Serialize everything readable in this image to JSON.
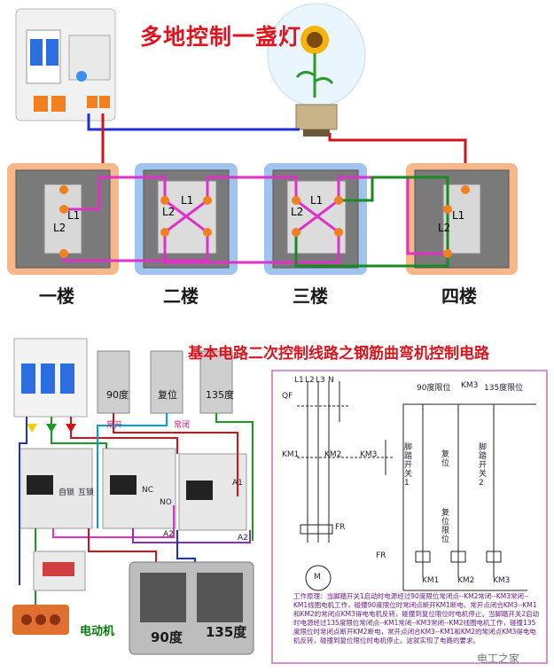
{
  "top": {
    "title": "多地控制一盏灯",
    "floors": [
      "一楼",
      "二楼",
      "三楼",
      "四楼"
    ],
    "switch_terminals": {
      "L1": "L1",
      "L2": "L2"
    }
  },
  "bottom": {
    "title": "基本电路二次控制线路之钢筋曲弯机控制电路",
    "limit_labels": [
      "90度",
      "复位",
      "135度"
    ],
    "contactor_labels": [
      "自锁",
      "互锁",
      "NC",
      "NO",
      "A1",
      "A2",
      "常开",
      "常闭"
    ],
    "motor_label": "电动机",
    "pedal_labels": [
      "90度",
      "135度"
    ]
  },
  "schematic": {
    "top_labels": [
      "90度限位",
      "KM3",
      "135度限位"
    ],
    "bus_labels": [
      "L1",
      "L2",
      "L3",
      "N"
    ],
    "qf": "QF",
    "km_labels": [
      "KM1",
      "KM2",
      "KM3"
    ],
    "fr": "FR",
    "motor": "M",
    "pedal_switch": "脚踏开关1",
    "pedal_switch2": "脚踏开关2",
    "reset": "复位",
    "reset_limit": "复位限位",
    "coils": [
      "KM1",
      "KM2",
      "KM3"
    ],
    "note": "工作原理：当脚踏开关1启动时电源经过90度限位常闭点--KM2常闭--KM3常闭--KM1线圈电机工作，碰撞90度限位时常闭点断开KM1断电，常开点闭合KM3--KM1和KM2的常闭点KM3得电电机反转，碰撞到复位限位时电机停止。当脚踏开关2启动时电源经过135度限位常闭点--KM1常闭--KM3常闭--KM2线圈电机工作，碰撞135度限位时常闭点断开KM2断电，常开点闭合KM3--KM1和KM2的常闭点KM3得电电机反转，碰撞到复位限位时电机停止。这就实现了电路的要求。"
  },
  "watermark": "电工之家",
  "colors": {
    "title_red": "#e0141e",
    "wire_blue": "#1f2fd0",
    "wire_red": "#d0141a",
    "wire_pink": "#e030c8",
    "wire_green": "#1a8a22",
    "panel_orange": "#f6b88a",
    "panel_blue": "#9fc4ee"
  }
}
